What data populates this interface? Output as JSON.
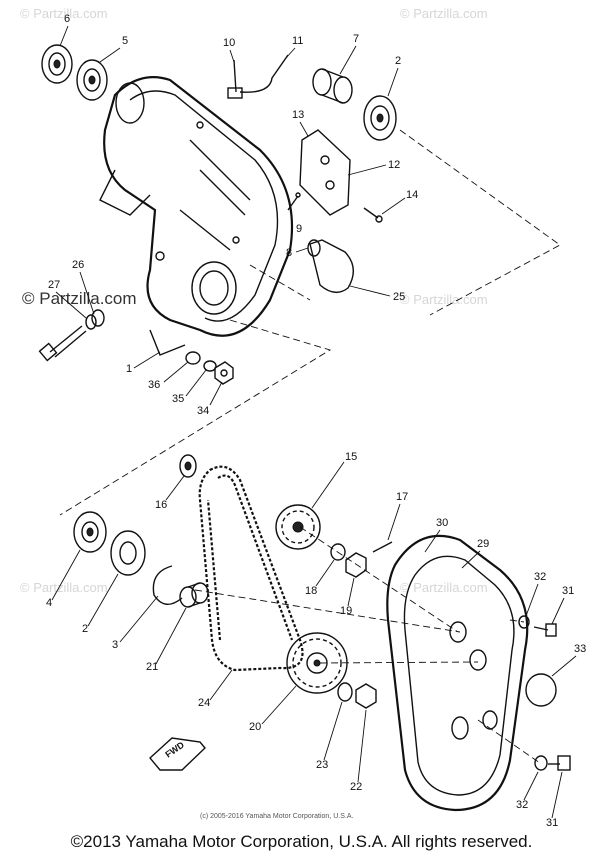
{
  "watermarks": {
    "top_left": "© Partzilla.com",
    "top_right": "© Partzilla.com",
    "mid_left": "© Partzilla.com",
    "mid_right": "© Partzilla.com",
    "low_left": "© Partzilla.com",
    "low_mid": "© Partzilla.com"
  },
  "callouts": {
    "p6": "6",
    "p5": "5",
    "p10": "10",
    "p11": "11",
    "p7": "7",
    "p2a": "2",
    "p13": "13",
    "p12": "12",
    "p14": "14",
    "p9": "9",
    "p8": "8",
    "p25": "25",
    "p27": "27",
    "p26": "26",
    "p1": "1",
    "p36": "36",
    "p35": "35",
    "p34": "34",
    "p15": "15",
    "p16": "16",
    "p17": "17",
    "p30": "30",
    "p29": "29",
    "p4": "4",
    "p2b": "2",
    "p3": "3",
    "p21": "21",
    "p18": "18",
    "p19": "19",
    "p32a": "32",
    "p31a": "31",
    "p33": "33",
    "p24": "24",
    "p20": "20",
    "p23": "23",
    "p22": "22",
    "p32b": "32",
    "p31b": "31"
  },
  "fwd_label": "FWD",
  "small_copyright": "(c) 2005-2016 Yamaha Motor Corporation, U.S.A.",
  "footer_copyright": "©2013 Yamaha Motor Corporation, U.S.A. All rights reserved."
}
